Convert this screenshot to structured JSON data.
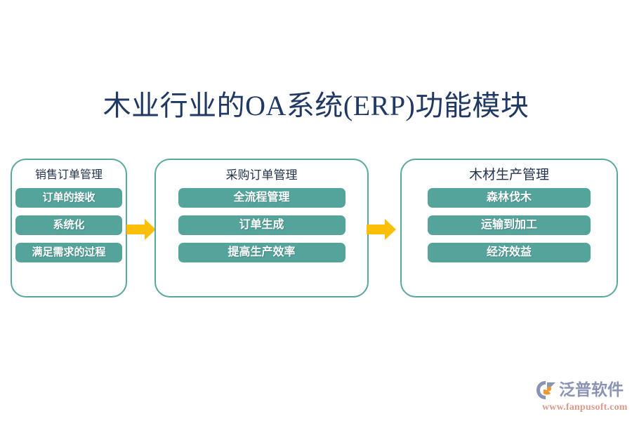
{
  "title": "木业行业的OA系统(ERP)功能模块",
  "colors": {
    "background": "#ffffff",
    "title_text": "#1f3864",
    "card_border": "#5aa79f",
    "item_fill": "#55a49c",
    "item_text": "#ffffff",
    "card_title_text": "#23334d",
    "arrow": "#fcbf07",
    "logo_text": "#8b93b5",
    "logo_url": "#d89a8e",
    "logo_accent": "#f0962e"
  },
  "flow": {
    "cards": [
      {
        "title": "销售订单管理",
        "items": [
          "订单的接收",
          "系统化",
          "满足需求的过程"
        ]
      },
      {
        "title": "采购订单管理",
        "items": [
          "全流程管理",
          "订单生成",
          "提高生产效率"
        ]
      },
      {
        "title": "木材生产管理",
        "items": [
          "森林伐木",
          "运输到加工",
          "经济效益"
        ]
      }
    ],
    "connectors": [
      {
        "icon": "right-arrow-icon"
      },
      {
        "icon": "right-arrow-icon"
      }
    ]
  },
  "logo": {
    "mark_icon": "fanpu-swoosh-logo-icon",
    "name": "泛普软件",
    "url": "www.fanpusoft.com"
  }
}
